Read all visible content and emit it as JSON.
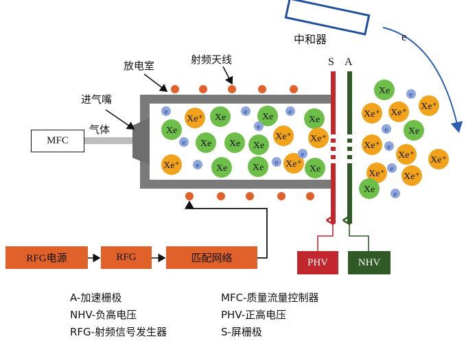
{
  "labels": {
    "discharge_chamber": "放电室",
    "rf_antenna": "射频天线",
    "gas_inlet": "进气嘴",
    "gas": "气体",
    "neutralizer": "中和器",
    "electron": "e",
    "screen_grid": "S",
    "accel_grid": "A"
  },
  "boxes": {
    "mfc": "MFC",
    "rfg_power": "RFG电源",
    "rfg": "RFG",
    "matching_network": "匹配网络",
    "phv": "PHV",
    "nhv": "NHV"
  },
  "particles": {
    "xe": "Xe",
    "xe_ion": "Xe⁺",
    "electron": "e"
  },
  "legend": [
    "A-加速栅极",
    "MFC-质量流量控制器",
    "NHV-负高电压",
    "PHV-正高电压",
    "RFG-射频信号发生器",
    "S-屏栅极"
  ],
  "colors": {
    "chamber": "#7a7a7a",
    "antenna_dot": "#e0622a",
    "orange_box": "#e0622a",
    "xe_neutral": "#6ebf4a",
    "xe_ion": "#f2a31c",
    "electron": "#8fa6dc",
    "screen_grid": "#c1272d",
    "accel_grid": "#2f5a26",
    "neutralizer": "#1f4e9c"
  }
}
